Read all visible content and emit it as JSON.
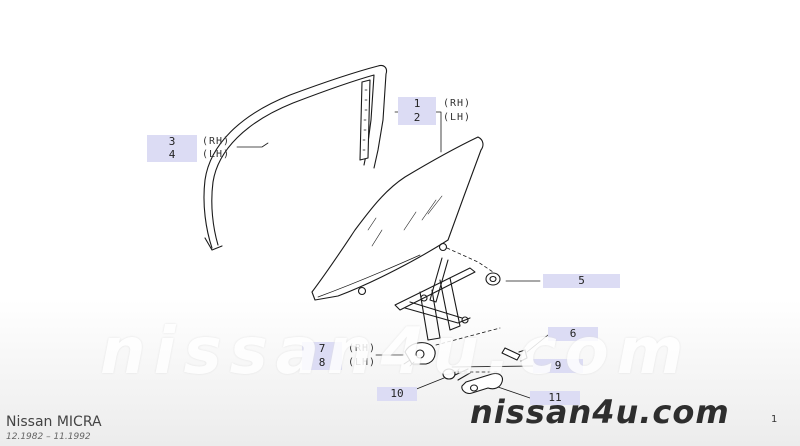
{
  "callouts": {
    "c1": "1",
    "c2": "2",
    "c3": "3",
    "c4": "4",
    "c5": "5",
    "c6": "6",
    "c7": "7",
    "c8": "8",
    "c9": "9",
    "c10": "10",
    "c11": "11"
  },
  "sides": {
    "rh": "(RH)",
    "lh": "(LH)"
  },
  "watermark": {
    "big": "nissan4u.com",
    "small": "nissan4u.com"
  },
  "footer": {
    "model": "Nissan MICRA",
    "dates": "12.1982 – 11.1992",
    "page": "1"
  },
  "colors": {
    "callout_bg": "#dcdcf4",
    "line": "#1a1a1a"
  }
}
